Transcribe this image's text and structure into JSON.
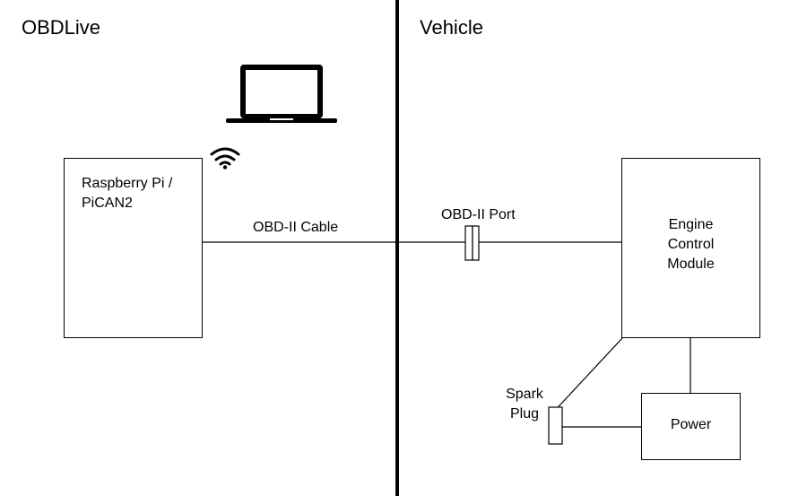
{
  "sections": {
    "left_title": "OBDLive",
    "right_title": "Vehicle"
  },
  "components": {
    "raspberry_pi": {
      "line1": "Raspberry Pi /",
      "line2": "PiCAN2"
    },
    "ecm": {
      "line1": "Engine",
      "line2": "Control",
      "line3": "Module"
    },
    "power": "Power",
    "spark_plug": {
      "line1": "Spark",
      "line2": "Plug"
    }
  },
  "connections": {
    "obd_cable": "OBD-II Cable",
    "obd_port": "OBD-II Port"
  },
  "icons": {
    "laptop": "laptop-icon",
    "wifi": "wifi-icon"
  }
}
